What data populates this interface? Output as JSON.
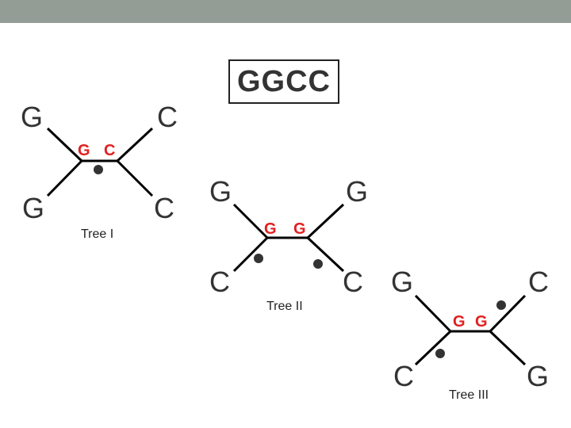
{
  "title": "GGCC",
  "colors": {
    "topbar": "#939d96",
    "leaf_text": "#333333",
    "node_text": "#e0201f",
    "edge": "#000000",
    "mutation_dot": "#333333"
  },
  "trees": [
    {
      "label": "Tree I",
      "leaves": {
        "top_left": "G",
        "top_right": "C",
        "bottom_left": "G",
        "bottom_right": "C"
      },
      "internal_nodes": {
        "left": "G",
        "right": "C"
      },
      "mutation_marks": 1
    },
    {
      "label": "Tree II",
      "leaves": {
        "top_left": "G",
        "top_right": "G",
        "bottom_left": "C",
        "bottom_right": "C"
      },
      "internal_nodes": {
        "left": "G",
        "right": "G"
      },
      "mutation_marks": 2
    },
    {
      "label": "Tree III",
      "leaves": {
        "top_left": "G",
        "top_right": "C",
        "bottom_left": "C",
        "bottom_right": "G"
      },
      "internal_nodes": {
        "left": "G",
        "right": "G"
      },
      "mutation_marks": 2
    }
  ]
}
